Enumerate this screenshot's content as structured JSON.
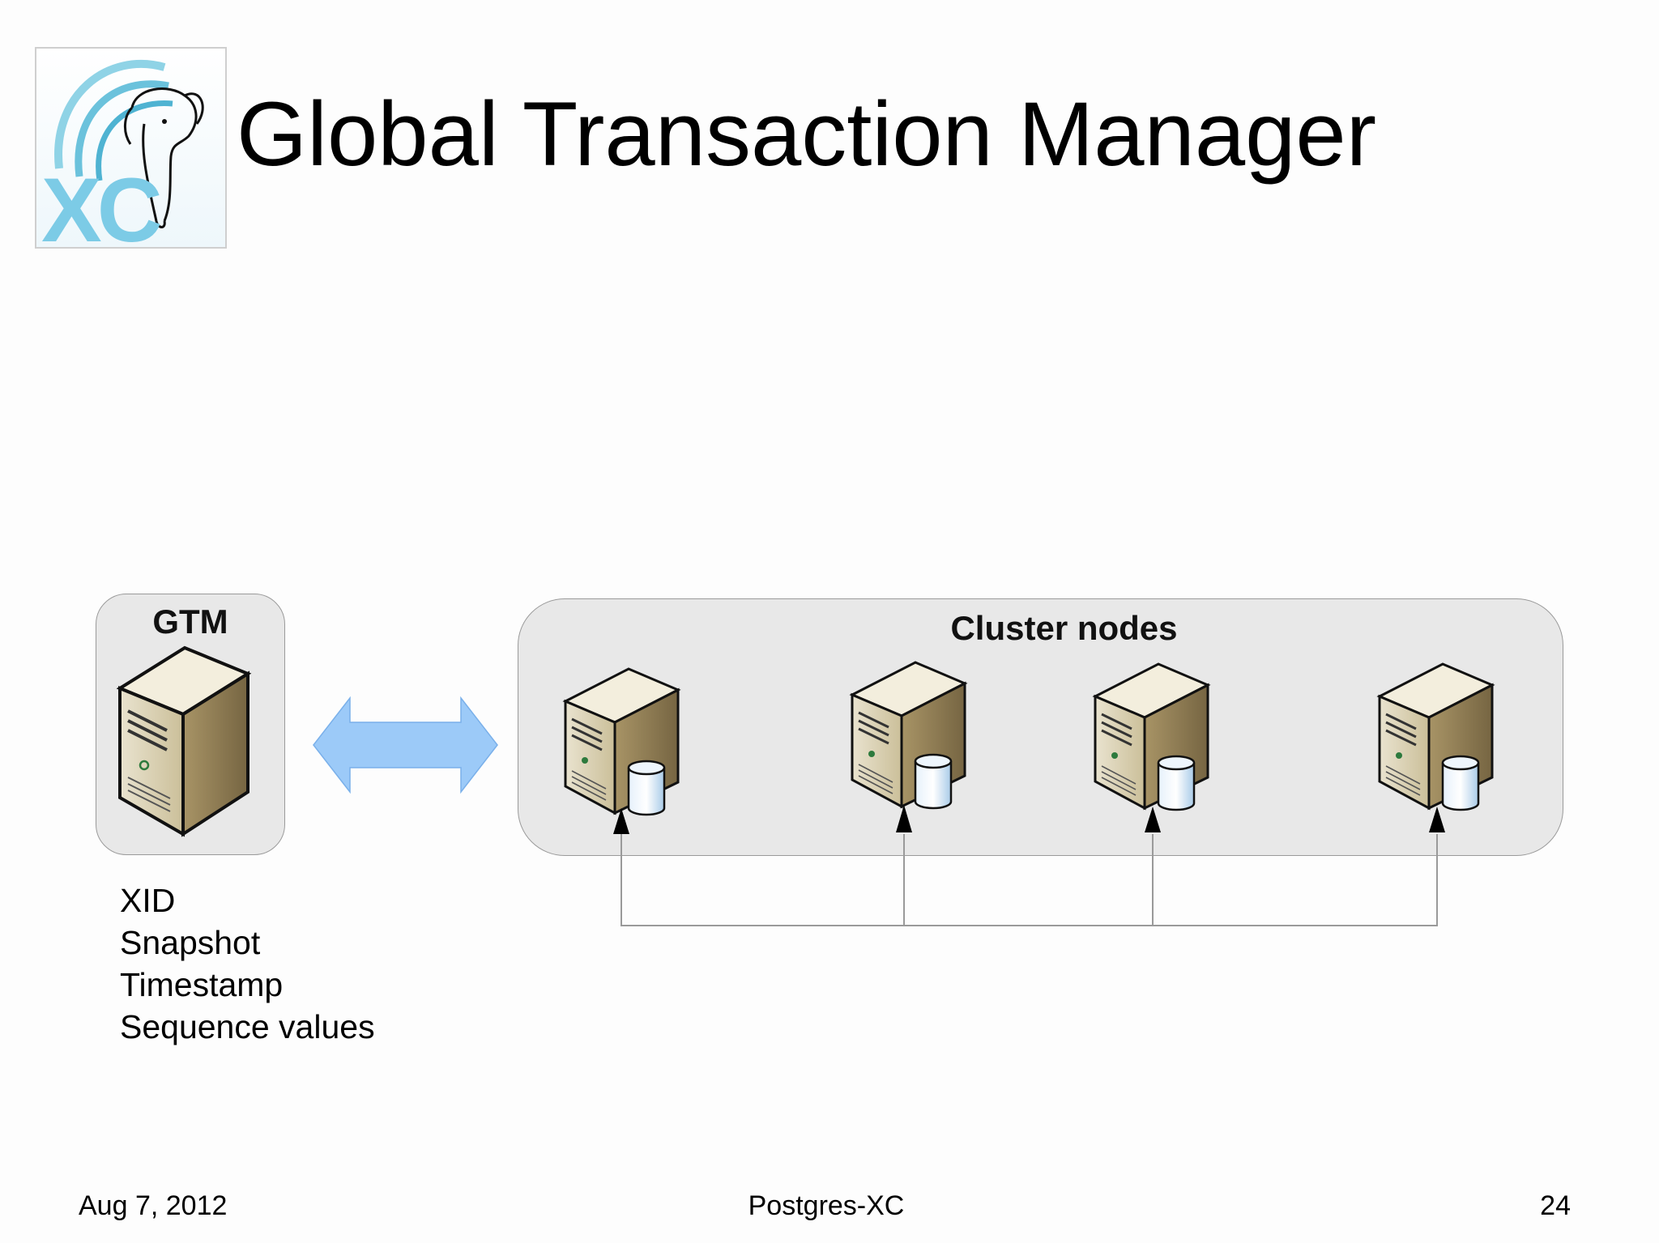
{
  "slide": {
    "title": "Global Transaction Manager",
    "logo": {
      "text": "XC",
      "icon": "elephant-icon"
    }
  },
  "gtm": {
    "label": "GTM",
    "items": [
      "XID",
      "Snapshot",
      "Timestamp",
      "Sequence values"
    ]
  },
  "cluster": {
    "label": "Cluster nodes",
    "node_count": 4
  },
  "arrow": {
    "type": "bidirectional",
    "color": "#9ccaf8"
  },
  "footer": {
    "date": "Aug 7, 2012",
    "center": "Postgres-XC",
    "page": "24"
  }
}
